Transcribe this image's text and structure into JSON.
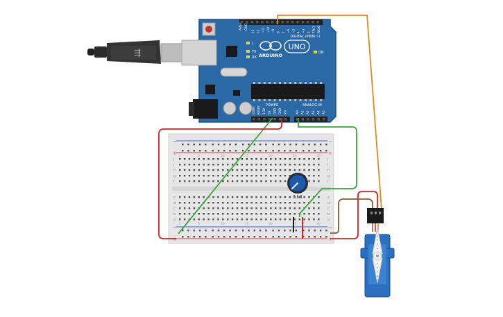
{
  "arduino": {
    "label_aref": "AREF",
    "label_gnd_top": "GND",
    "digital_pins": [
      "13",
      "12",
      "~11",
      "~10",
      "~9",
      "8",
      "7",
      "~6",
      "~5",
      "4",
      "~3",
      "2",
      "TX▸1",
      "RX◂0"
    ],
    "digital_label": "DIGITAL (PWM ~)",
    "brand": "ARDUINO",
    "model": "UNO",
    "on_label": "ON",
    "led_l": "L",
    "led_tx": "TX",
    "led_rx": "RX",
    "power_label": "POWER",
    "analog_label": "ANALOG IN",
    "power_pins": [
      "IOREF",
      "RESET",
      "3.3V",
      "5V",
      "GND",
      "GND",
      "Vin"
    ],
    "analog_pins": [
      "A0",
      "A1",
      "A2",
      "A3",
      "A4",
      "A5"
    ],
    "colors": {
      "board": "#2a69a6",
      "board_dark": "#1d5189",
      "header": "#222222"
    }
  },
  "breadboard": {
    "rail_plus": "+",
    "rail_minus": "−",
    "row_letters_top": [
      "j",
      "i",
      "h",
      "g",
      "f"
    ],
    "row_letters_bottom": [
      "e",
      "d",
      "c",
      "b",
      "a"
    ],
    "column_numbers": [
      "1",
      "5",
      "10",
      "15",
      "20",
      "25",
      "30"
    ],
    "colors": {
      "body": "#e6e6e6",
      "rail_red": "#d23b3b",
      "rail_blue": "#3b5bd2",
      "hole": "#4a4a4a"
    }
  },
  "wires": {
    "colors": {
      "orange": "#e08a1e",
      "green": "#3aa43a",
      "red": "#d42222",
      "black": "#1a1a1a",
      "brown": "#8a5a2b"
    }
  },
  "potentiometer": {
    "color": "#1e5aa8"
  },
  "servo": {
    "color": "#2a6fc0"
  },
  "usb": {
    "color": "#222222"
  }
}
